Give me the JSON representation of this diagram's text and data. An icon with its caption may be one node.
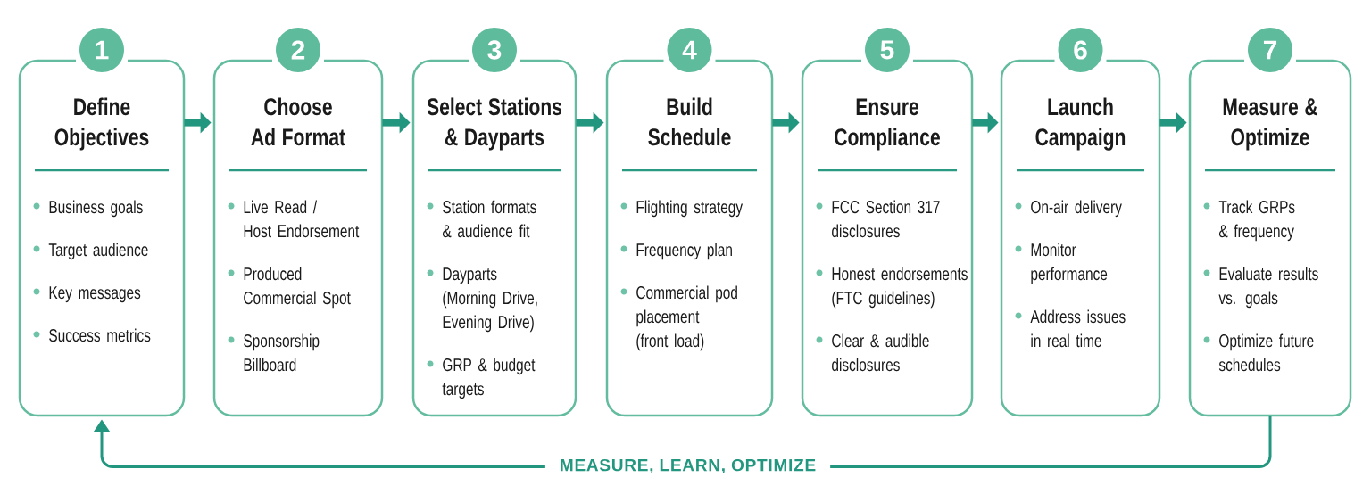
{
  "diagram": {
    "nodes": [
      {
        "text": [
          "1"
        ]
      },
      {
        "text": [
          "Define Objectives",
          "Business goals",
          "Target audience",
          "Key messages",
          "Success metrics"
        ]
      },
      {
        "text": [
          "2"
        ]
      },
      {
        "text": [
          "Choose Ad Format",
          "Live Read / Host Endorsement",
          "Produced Commercial Spot",
          "Sponsorship Billboard"
        ]
      },
      {
        "text": [
          "3"
        ]
      },
      {
        "text": [
          "Select Stations & Dayparts",
          "Station formats & audience fit",
          "Dayparts (Morning Drive, Evening Drive)",
          "GRP & budget targets"
        ]
      },
      {
        "text": [
          "4"
        ]
      },
      {
        "text": [
          "Build Schedule",
          "Flighting strategy",
          "Frequency plan",
          "Commercial pod placement (front load)"
        ]
      },
      {
        "text": [
          "5"
        ]
      },
      {
        "text": [
          "Ensure Compliance",
          "FCC Section 317 disclosures",
          "Honest endorsements (FTC guidelines)",
          "Clear & audible disclosures"
        ]
      },
      {
        "text": [
          "6"
        ]
      },
      {
        "text": [
          "Launch Campaign",
          "On-air delivery",
          "Monitor performance",
          "Address issues in real time"
        ]
      },
      {
        "text": [
          "7"
        ]
      },
      {
        "text": [
          "Measure & Optimize",
          "Track GRPs & frequency",
          "Evaluate results vs. goals",
          "Optimize future schedules"
        ]
      }
    ],
    "edges": [
      {
        "from": 1,
        "to": 3,
        "arrow": "to"
      },
      {
        "from": 3,
        "to": 5,
        "arrow": "to"
      },
      {
        "from": 5,
        "to": 7,
        "arrow": "to"
      },
      {
        "from": 7,
        "to": 9,
        "arrow": "to"
      },
      {
        "from": 9,
        "to": 11,
        "arrow": "to"
      },
      {
        "from": 11,
        "to": 13,
        "arrow": "to"
      },
      {
        "from": 13,
        "to": 1,
        "arrow": "to",
        "label": "MEASURE, LEARN, OPTIMIZE"
      }
    ]
  }
}
